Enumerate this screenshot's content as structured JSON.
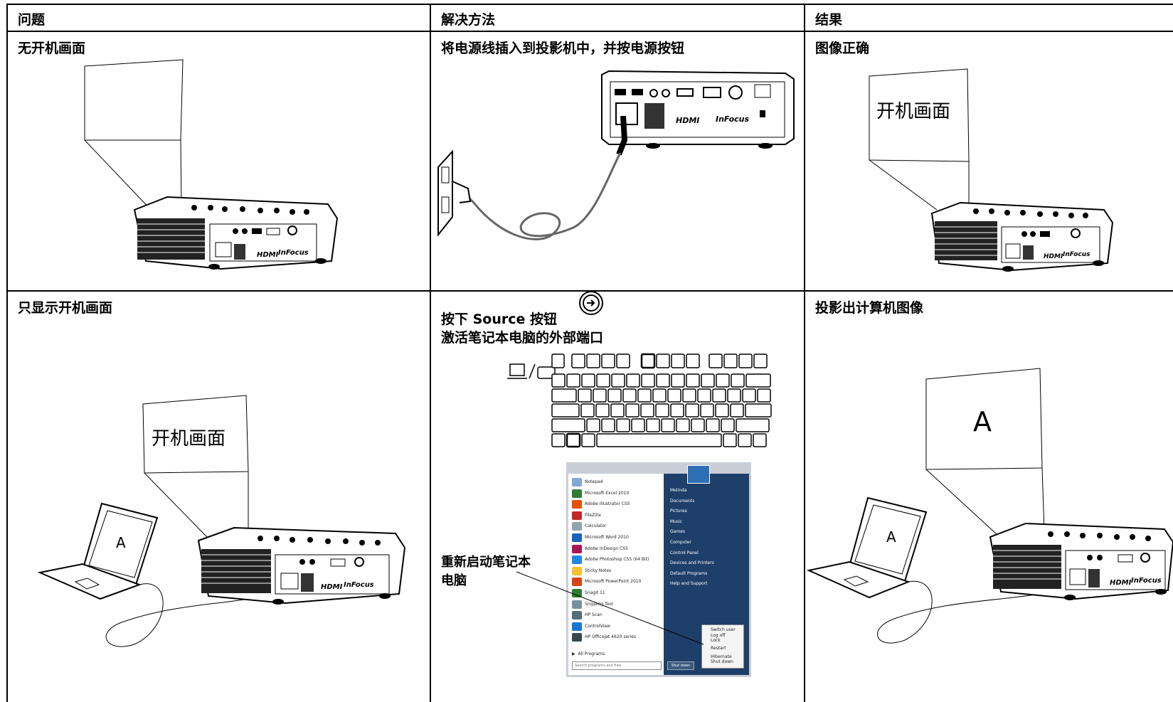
{
  "headers": {
    "problem": "问题",
    "solution": "解决方法",
    "result": "结果"
  },
  "row1": {
    "problem": "无开机画面",
    "solution": "将电源线插入到投影机中，并按电源按钮",
    "result": "图像正确",
    "result_screen_text": "开机画面"
  },
  "row2": {
    "problem": "只显示开机画面",
    "problem_screen_text": "开机画面",
    "laptop_letter": "A",
    "solution_line1": "按下 Source 按钮",
    "solution_line2": "激活笔记本电脑的外部端口",
    "restart_note_line1": "重新启动笔记本",
    "restart_note_line2": "电脑",
    "result": "投影出计算机图像",
    "result_screen_letter": "A"
  },
  "projector_labels": {
    "hdmi": "HDMI",
    "brand": "InFocus"
  },
  "start_menu": {
    "left_items": [
      "Notepad",
      "Microsoft Excel 2010",
      "Adobe Illustrator CS5",
      "FileZilla",
      "Calculator",
      "Microsoft Word 2010",
      "Adobe InDesign CS5",
      "Adobe Photoshop CS5 (64 Bit)",
      "Sticky Notes",
      "Microsoft PowerPoint 2010",
      "Snagit 11",
      "Snipping Tool",
      "HP Scan",
      "ControlView",
      "HP Officejet 4620 series"
    ],
    "all_programs": "All Programs",
    "search_placeholder": "Search programs and files",
    "right_items": [
      "Melinda",
      "Documents",
      "Pictures",
      "Music",
      "Games",
      "Computer",
      "Control Panel",
      "Devices and Printers",
      "Default Programs",
      "Help and Support"
    ],
    "shutdown_label": "Shut down",
    "power_submenu": [
      "Switch user",
      "Log off",
      "Lock",
      "Restart",
      "Hibernate",
      "Shut down"
    ]
  },
  "colors": {
    "border": "#000000",
    "menu_left_bg": "#ffffff",
    "menu_right_bg": "#1e3f6a",
    "menu_frame": "#c9ced6"
  }
}
